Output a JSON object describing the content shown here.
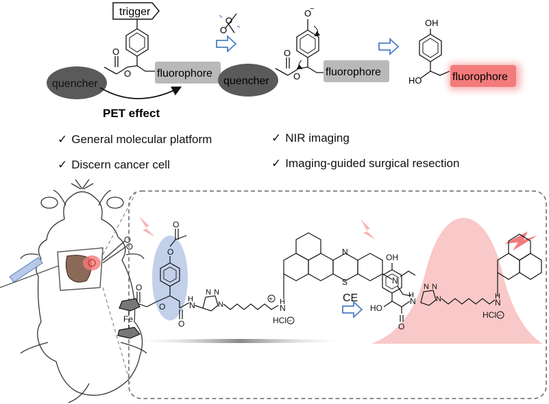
{
  "scheme": {
    "trigger_label": "trigger",
    "quencher_label": "quencher",
    "fluorophore_label": "fluorophore",
    "pet_label": "PET effect",
    "hydroxyl_label": "OH",
    "oxide_label": "O",
    "ester_oxygen_label": "O",
    "ho_label": "HO",
    "colors": {
      "quencher": "#5a5a5a",
      "fluorophore_off": "#b9b9b9",
      "fluorophore_on": "#f47b7b",
      "arrow_blue": "#4a7ec2"
    }
  },
  "checklist": {
    "left": [
      "General molecular platform",
      "Discern cancer cell"
    ],
    "right": [
      "NIR imaging",
      "Imaging-guided surgical resection"
    ],
    "tick_symbol": "✓"
  },
  "panel": {
    "step_label": "CE",
    "iron_label": "Fe",
    "hcl_label": "HCl",
    "charge_minus": "−",
    "charge_plus": "+",
    "atom_n": "N",
    "atom_s": "S",
    "atom_o": "O",
    "atom_h": "H",
    "atom_nh": "N",
    "ho_label": "HO",
    "oh_label": "OH",
    "colors": {
      "highlight": "#b9c8e6",
      "glow": "#f7b5b5",
      "lightning": "#f47b7b"
    }
  }
}
